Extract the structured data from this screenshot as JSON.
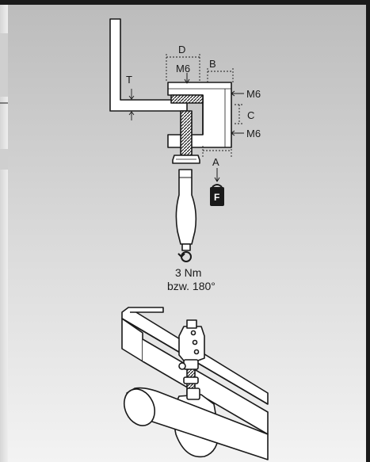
{
  "colors": {
    "panel_gradient_top": "#bcbcbc",
    "panel_gradient_bottom": "#f4f4f4",
    "ink": "#1a1a1a",
    "part_fill": "#ffffff",
    "thread_fill": "#9a9a9a",
    "weight_fill": "#1a1a1a"
  },
  "figure_top": {
    "dim_D": "D",
    "dim_B": "B",
    "dim_T": "T",
    "dim_C": "C",
    "dim_A": "A",
    "thread_top": "M6",
    "thread_right_upper": "M6",
    "thread_right_lower": "M6",
    "force_symbol": "F",
    "torque_value": "3 Nm",
    "angle_value": "bzw. 180°"
  }
}
